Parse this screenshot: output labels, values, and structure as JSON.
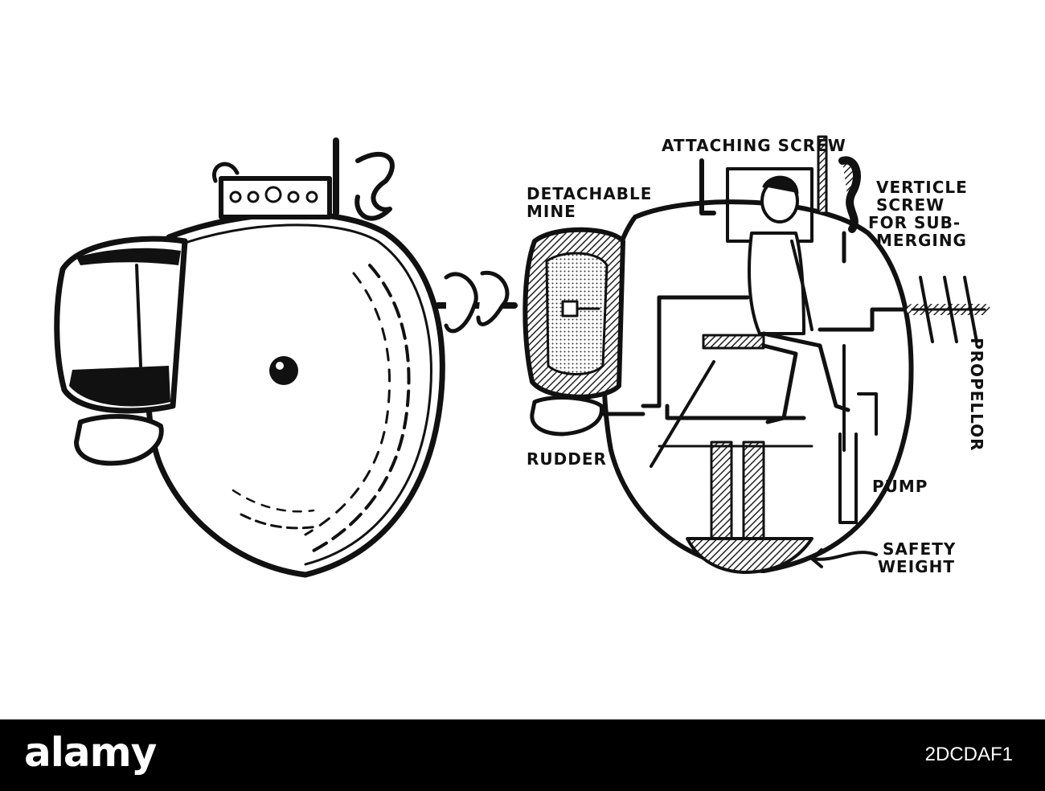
{
  "labels": {
    "attaching_screw": "ATTACHING SCREW",
    "detachable_mine_1": "DETACHABLE",
    "detachable_mine_2": "MINE",
    "verticle_1": "VERTICLE",
    "verticle_2": "SCREW",
    "verticle_3": "FOR SUB-",
    "verticle_4": "MERGING",
    "propellor": "PROPELLOR",
    "rudder": "RUDDER",
    "pump": "PUMP",
    "safety_1": "SAFETY",
    "safety_2": "WEIGHT"
  },
  "footer": {
    "brand": "alamy",
    "image_id": "2DCDAF1"
  },
  "colors": {
    "ink": "#111111",
    "hatch": "#222222",
    "footer_bg": "#000000",
    "footer_text": "#ffffff"
  }
}
